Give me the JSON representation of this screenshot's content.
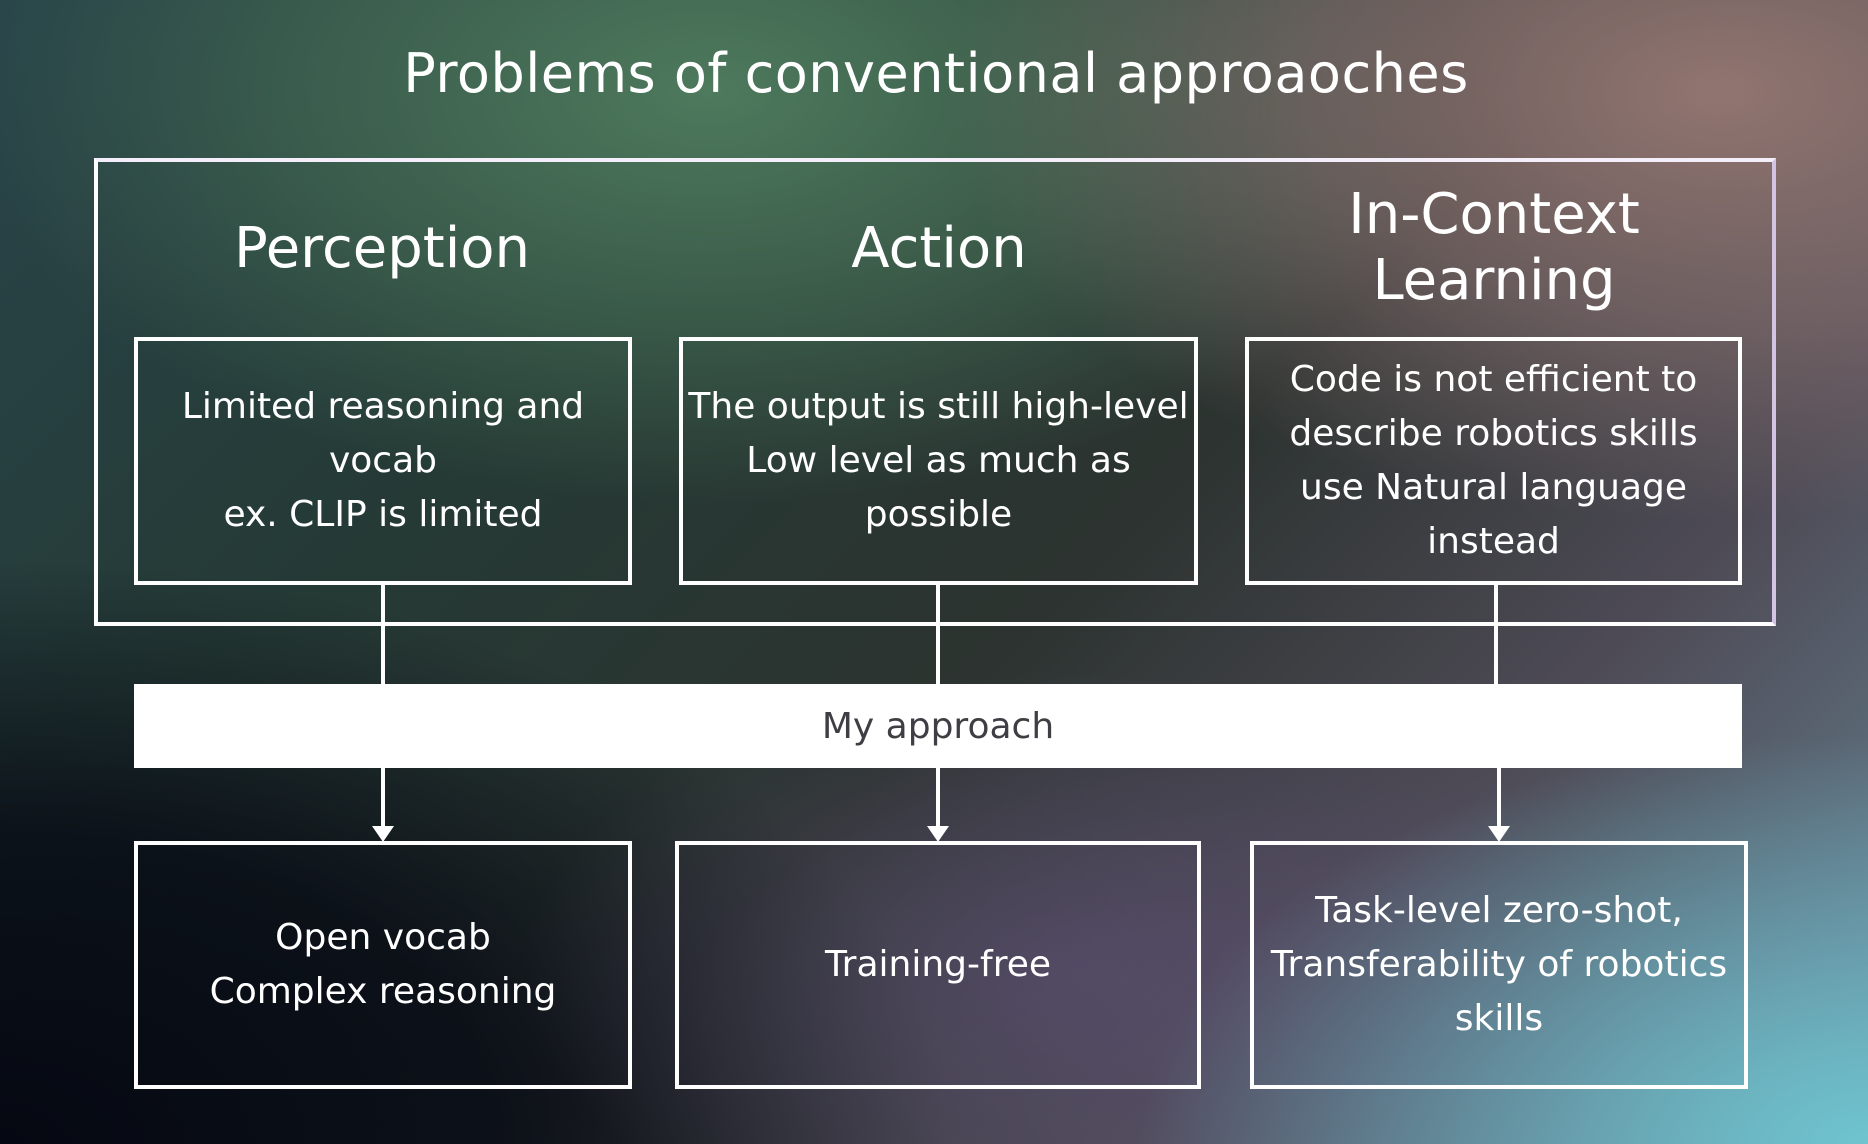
{
  "title": "Problems of conventional approaoches",
  "columns": [
    {
      "heading": "Perception",
      "problem": "Limited reasoning and\nvocab\nex. CLIP is limited",
      "solution": "Open vocab\nComplex reasoning"
    },
    {
      "heading": "Action",
      "problem": "The output is still high-level\nLow level as much as possible",
      "solution": "Training-free"
    },
    {
      "heading": "In-Context\nLearning",
      "problem": "Code is not efficient to\ndescribe robotics skills\nuse Natural language\ninstead",
      "solution": "Task-level zero-shot,\nTransferability of robotics\nskills"
    }
  ],
  "approach_label": "My approach",
  "colors": {
    "line": "#ffffff",
    "bar_background": "#ffffff",
    "bar_text": "#3e3e44"
  }
}
